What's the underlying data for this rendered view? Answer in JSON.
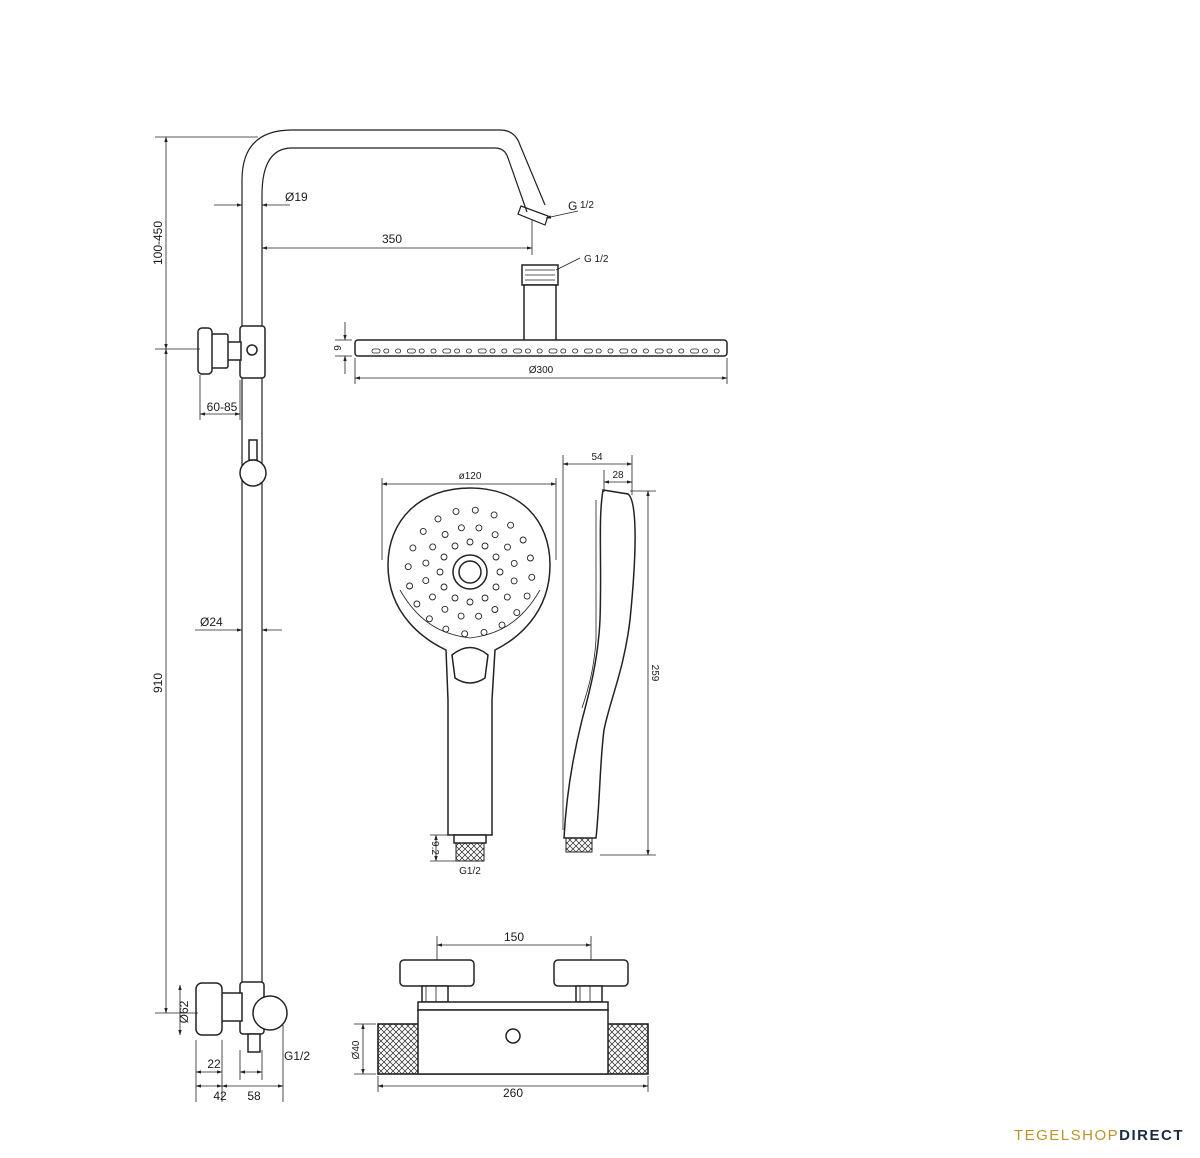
{
  "dimensions": {
    "height_arm": "100-450",
    "pipe_diameter_top": "Ø19",
    "arm_length": "350",
    "outlet_thread_arm": "G",
    "outlet_thread_arm_fraction": "1/2",
    "head_thread": "G 1/2",
    "head_thickness": "9",
    "head_diameter": "Ø300",
    "wall_bracket": "60-85",
    "pipe_diameter_main": "Ø24",
    "riser_height": "910",
    "inlet_diameter": "Ø62",
    "offset_22": "22",
    "thread_bottom": "G1/2",
    "offset_42": "42",
    "offset_58": "58",
    "hand_diameter": "ø120",
    "hand_depth": "54",
    "hand_depth_inner": "28",
    "hand_length": "259",
    "hand_thread_len": "9.2",
    "hand_thread": "G1/2",
    "mixer_spacing": "150",
    "mixer_body_diameter": "Ø40",
    "mixer_length": "260"
  },
  "brand": {
    "part1": "TEGELSHOP",
    "part2": "DIRECT"
  }
}
